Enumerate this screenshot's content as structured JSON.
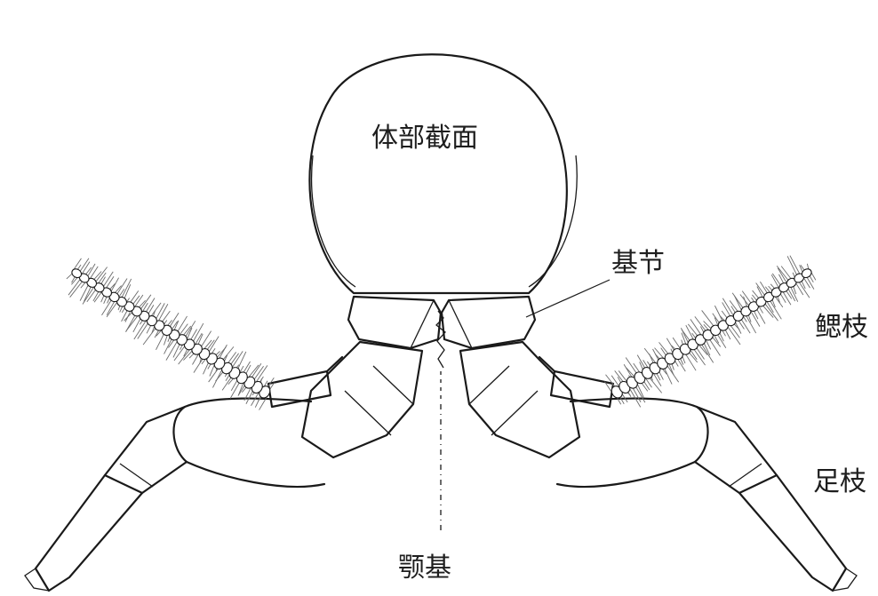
{
  "labels": {
    "body_section": "体部截面",
    "coxa": "基节",
    "gill_branch": "鳃枝",
    "leg_branch": "足枝",
    "gnathobase": "颚基"
  }
}
